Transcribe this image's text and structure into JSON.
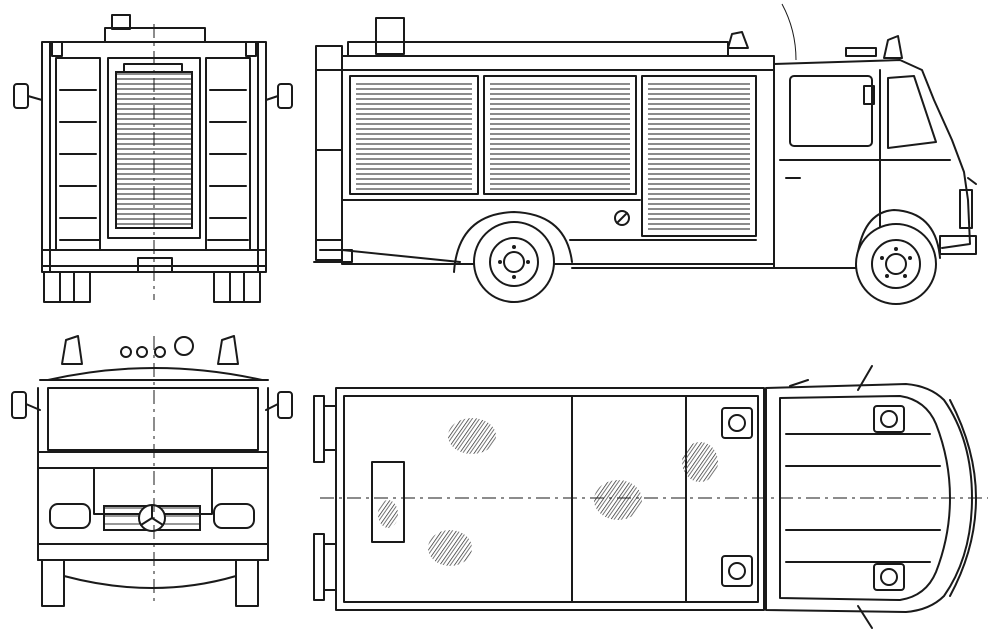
{
  "drawing": {
    "subject": "fire-truck-blueprint",
    "views": [
      "rear-view",
      "side-view",
      "front-view",
      "top-view"
    ],
    "ink_color": "#1a1a1a",
    "paper_color": "#ffffff"
  }
}
